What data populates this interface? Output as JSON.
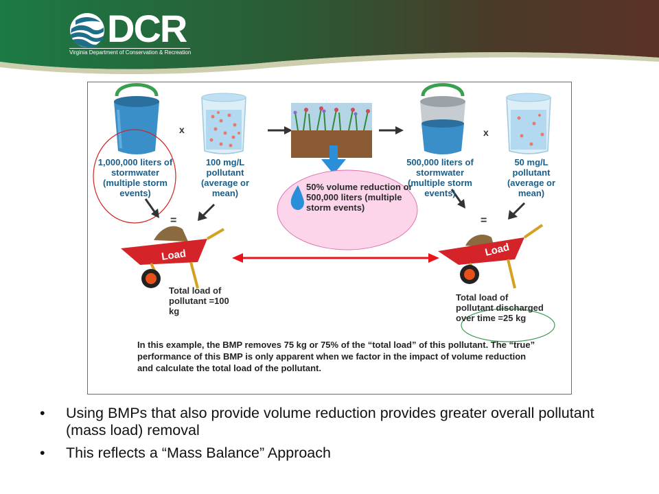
{
  "header": {
    "logo_text": "DCR",
    "logo_subtitle": "Virginia Department of Conservation & Recreation",
    "colors": {
      "green": "#1e6e3e",
      "brown": "#4e3226"
    }
  },
  "figure": {
    "left_volume": "1,000,000 liters of stormwater (multiple storm events)",
    "left_concentration": "100 mg/L pollutant (average or mean)",
    "volume_reduction": "50% volume reduction or 500,000 liters (multiple storm events)",
    "right_volume": "500,000 liters of stormwater (multiple storm events)",
    "right_concentration": "50 mg/L pollutant (average or mean)",
    "multiply_sign": "x",
    "equals_sign": "=",
    "wheelbarrow_label": "Load",
    "left_total": "Total load of pollutant =100 kg",
    "right_total": "Total load of pollutant discharged over time =25 kg",
    "caption": "In this example, the BMP removes 75 kg or 75% of the “total load” of this pollutant. The “true” performance of this BMP is only apparent when we factor in the impact of volume reduction and calculate the total load of the pollutant.",
    "colors": {
      "arrow": "#e8141a",
      "highlight_red": "#d42020",
      "highlight_pink": "#fcd5ea",
      "highlight_green": "#3a9a50",
      "water": "#3a9fd8"
    }
  },
  "bullets": {
    "marker": "•",
    "items": [
      "Using BMPs that also provide volume reduction provides greater overall pollutant (mass load) removal",
      "This reflects a “Mass Balance” Approach"
    ]
  }
}
